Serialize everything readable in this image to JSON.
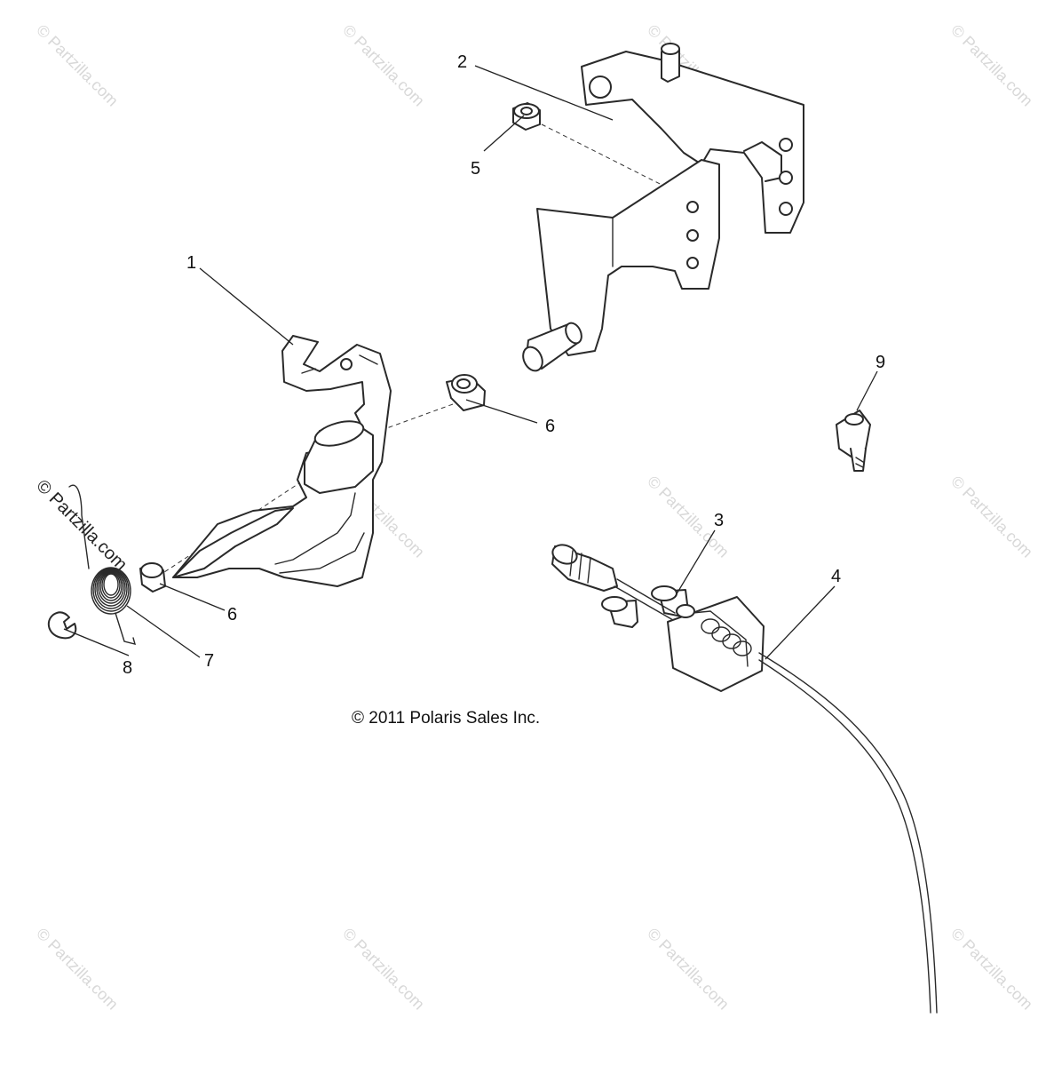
{
  "copyright": "© 2011 Polaris Sales Inc.",
  "watermark": "© Partzilla.com",
  "callouts": [
    "1",
    "2",
    "3",
    "4",
    "5",
    "6",
    "6",
    "7",
    "8",
    "9"
  ]
}
